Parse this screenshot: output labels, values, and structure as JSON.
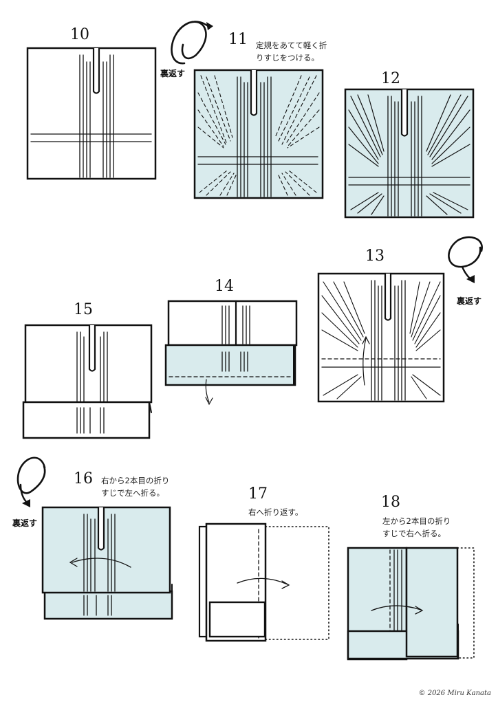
{
  "palette": {
    "ink": "#111111",
    "paper_front": "#ffffff",
    "paper_back": "#d9ebed"
  },
  "steps": [
    {
      "id": "10",
      "number": "10",
      "note": ""
    },
    {
      "id": "11",
      "number": "11",
      "note": "定規をあてて軽く折\nりすじをつける。"
    },
    {
      "id": "12",
      "number": "12",
      "note": ""
    },
    {
      "id": "13",
      "number": "13",
      "note": ""
    },
    {
      "id": "14",
      "number": "14",
      "note": ""
    },
    {
      "id": "15",
      "number": "15",
      "note": ""
    },
    {
      "id": "16",
      "number": "16",
      "note": "右から2本目の折り\nすじで左へ折る。"
    },
    {
      "id": "17",
      "number": "17",
      "note": "右へ折り返す。"
    },
    {
      "id": "18",
      "number": "18",
      "note": "左から2本目の折り\nすじで右へ折る。"
    }
  ],
  "flip_label": "裏返す",
  "copyright": "© 2026 Miru Kanata"
}
